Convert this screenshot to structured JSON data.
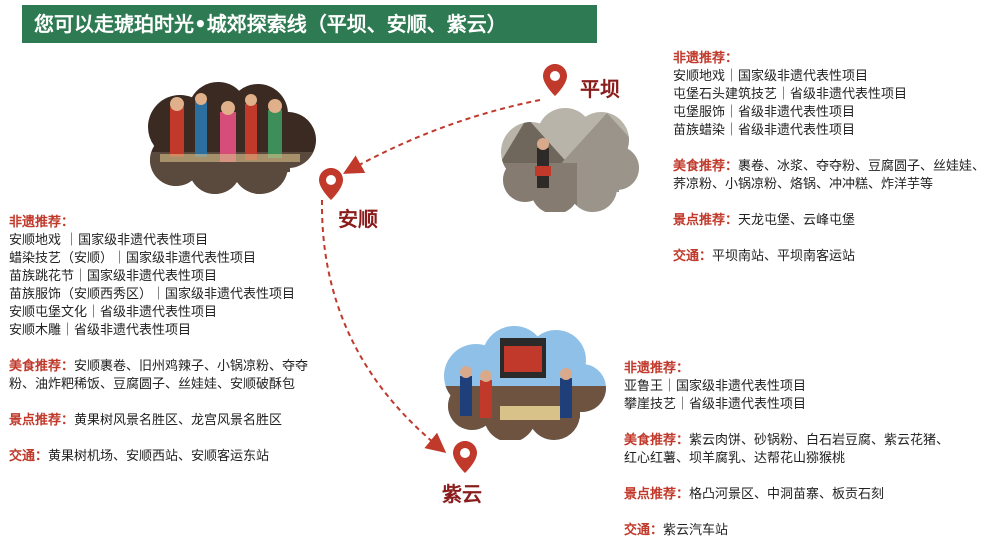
{
  "title": "您可以走琥珀时光•城郊探索线（平坝、安顺、紫云）",
  "colors": {
    "title_bg": "#2e7a52",
    "heading": "#c0392b",
    "place": "#8a1c1c",
    "route": "#c0392b"
  },
  "icons": {
    "pin": "location-pin-icon",
    "arrow": "dashed-arrow"
  },
  "places": {
    "pingba": "平坝",
    "anshun": "安顺",
    "ziyun": "紫云"
  },
  "pingba_info": {
    "heritage_heading": "非遗推荐：",
    "heritage_items": [
      "安顺地戏｜国家级非遗代表性项目",
      "屯堡石头建筑技艺｜省级非遗代表性项目",
      "屯堡服饰｜省级非遗代表性项目",
      "苗族蜡染｜省级非遗代表性项目"
    ],
    "food_heading": "美食推荐：",
    "food_text_1": "裹卷、冰浆、夺夺粉、豆腐圆子、丝娃娃、",
    "food_text_2": "荞凉粉、小锅凉粉、烙锅、冲冲糕、炸洋芋等",
    "scenic_heading": "景点推荐：",
    "scenic_text": "天龙屯堡、云峰屯堡",
    "traffic_heading": "交通：",
    "traffic_text": "平坝南站、平坝南客运站"
  },
  "anshun_info": {
    "heritage_heading": "非遗推荐：",
    "heritage_items": [
      "安顺地戏 ｜国家级非遗代表性项目",
      "蜡染技艺（安顺）｜国家级非遗代表性项目",
      "苗族跳花节｜国家级非遗代表性项目",
      "苗族服饰（安顺西秀区）｜国家级非遗代表性项目",
      "安顺屯堡文化｜省级非遗代表性项目",
      "安顺木雕｜省级非遗代表性项目"
    ],
    "food_heading": "美食推荐：",
    "food_text_1": "安顺裹卷、旧州鸡辣子、小锅凉粉、夺夺",
    "food_text_2": "粉、油炸粑稀饭、豆腐圆子、丝娃娃、安顺破酥包",
    "scenic_heading": "景点推荐：",
    "scenic_text": "黄果树风景名胜区、龙宫风景名胜区",
    "traffic_heading": "交通：",
    "traffic_text": "黄果树机场、安顺西站、安顺客运东站"
  },
  "ziyun_info": {
    "heritage_heading": "非遗推荐：",
    "heritage_items": [
      "亚鲁王｜国家级非遗代表性项目",
      "攀崖技艺｜省级非遗代表性项目"
    ],
    "food_heading": "美食推荐：",
    "food_text_1": "紫云肉饼、砂锅粉、白石岩豆腐、紫云花猪、",
    "food_text_2": "红心红薯、坝羊腐乳、达帮花山猕猴桃",
    "scenic_heading": "景点推荐：",
    "scenic_text": "格凸河景区、中洞苗寨、板贡石刻",
    "traffic_heading": "交通：",
    "traffic_text": "紫云汽车站"
  }
}
